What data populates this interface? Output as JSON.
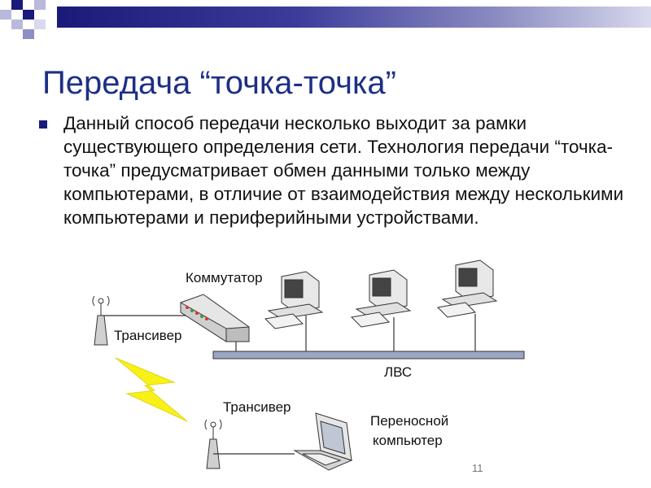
{
  "slide": {
    "title": "Передача “точка-точка”",
    "bullet": "Данный способ передачи несколько выходит за рамки существующего определения сети. Технология передачи “точка-точка” предусматривает обмен данными только между компьютерами, в отличие от взаимодействия между несколькими компьютерами и периферийными устройствами.",
    "slide_number": "11",
    "accent_color": "#1d2f86"
  },
  "diagram": {
    "switch_label": "Коммутатор",
    "transceiver_top_label": "Трансивер",
    "lan_label": "ЛВС",
    "transceiver_bottom_label": "Трансивер",
    "laptop_label_line1": "Переносной",
    "laptop_label_line2": "компьютер"
  }
}
